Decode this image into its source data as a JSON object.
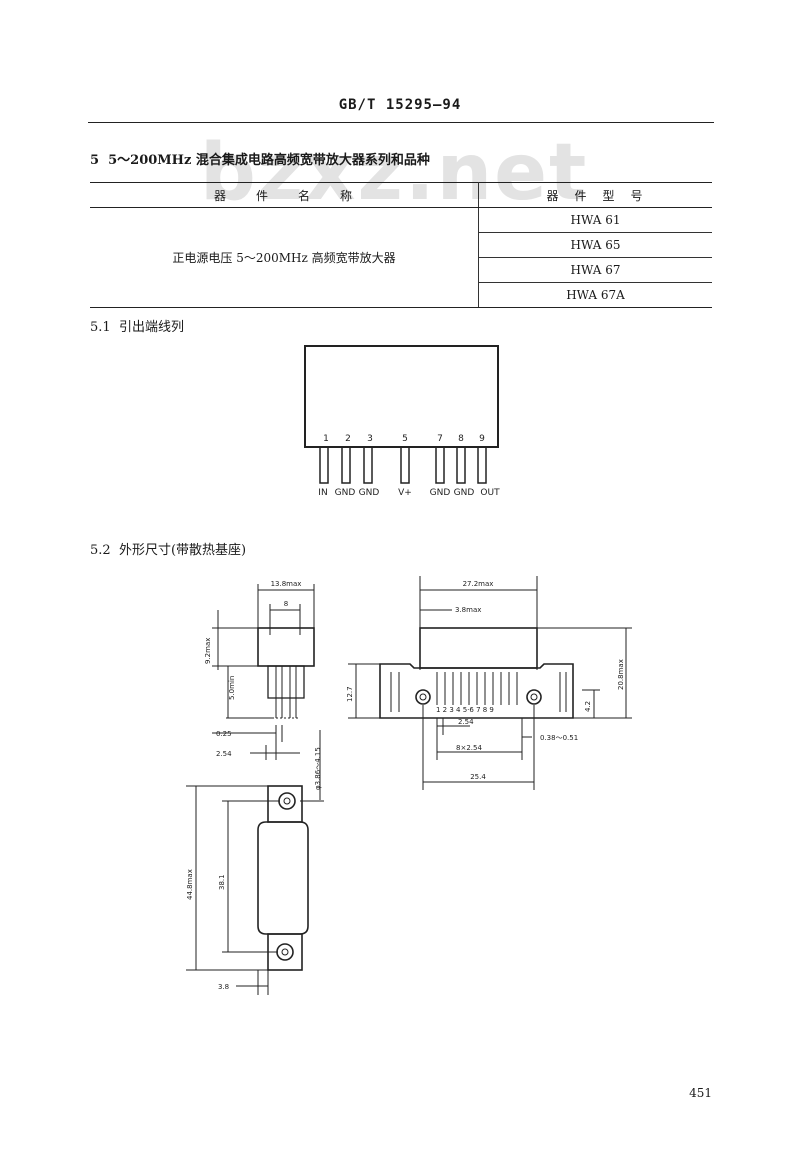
{
  "header": {
    "standard_number": "GB/T 15295—94"
  },
  "watermark": {
    "text": "bzxz.net"
  },
  "section5": {
    "number": "5",
    "title": "5～200MHz 混合集成电路高频宽带放大器系列和品种"
  },
  "device_table": {
    "headers": [
      "器　　件　　名　　称",
      "器　件　型　号"
    ],
    "device_name": "正电源电压 5～200MHz 高频宽带放大器",
    "models": [
      "HWA 61",
      "HWA 65",
      "HWA 67",
      "HWA 67A"
    ]
  },
  "section5_1": {
    "number": "5.1",
    "title": "引出端线列"
  },
  "pinout": {
    "pin_numbers": [
      "1",
      "2",
      "3",
      "5",
      "7",
      "8",
      "9"
    ],
    "pin_labels": [
      "IN",
      "GND",
      "GND",
      "V+",
      "GND",
      "GND",
      "OUT"
    ]
  },
  "section5_2": {
    "number": "5.2",
    "title": "外形尺寸(带散热基座)"
  },
  "dimensions": {
    "side_width": "13.8max",
    "side_inner": "8",
    "side_height": "9.2max",
    "side_lead": "5.0min",
    "lead_thickness": "0.25",
    "lead_pitch_side": "2.54",
    "front_width": "27.2max",
    "front_offset": "3.8max",
    "base_height": "12.7",
    "total_height": "20.8max",
    "hole_offset": "4.2",
    "pitch": "2.54",
    "lead_width": "0.38～0.51",
    "pitch_total": "8×2.54",
    "hole_span": "25.4",
    "hole_dia": "φ3.86～4.15",
    "total_length": "44.8max",
    "hole_center": "38.1",
    "bottom_offset": "3.8",
    "front_pins": "1 2 3 4 5·6 7 8 9"
  },
  "page_number": "451"
}
